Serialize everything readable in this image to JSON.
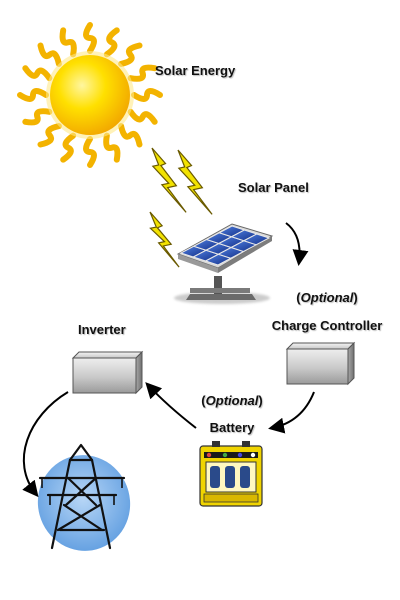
{
  "labels": {
    "solar_energy": "Solar Energy",
    "solar_panel": "Solar Panel",
    "optional_a": "Optional",
    "charge_controller": "Charge Controller",
    "inverter": "Inverter",
    "optional_b": "Optional",
    "battery": "Battery"
  },
  "colors": {
    "sun_core": "#ffd400",
    "sun_ray": "#f3b300",
    "bolt": "#f2e200",
    "panel_cell": "#1f3c9a",
    "box_face": "#d0d0d0",
    "battery_body": "#f0d400",
    "grid_bg": "#7fb4ea",
    "arrow": "#000000"
  },
  "icons": {
    "sun": "sun-icon",
    "bolts": "lightning-bolt-icon",
    "panel": "solar-panel-icon",
    "controller": "charge-controller-box",
    "inverter": "inverter-box",
    "battery": "battery-icon",
    "grid": "power-tower-icon"
  }
}
